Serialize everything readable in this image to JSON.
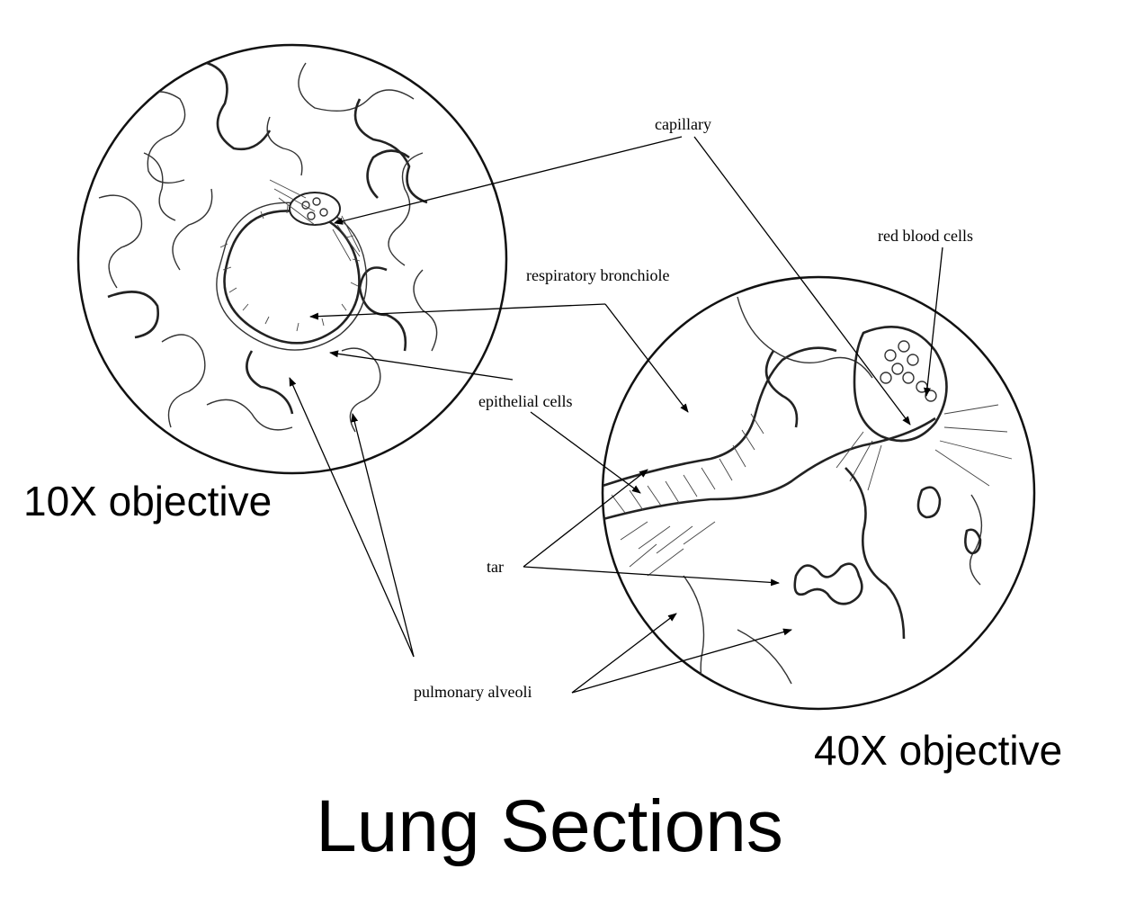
{
  "labels": {
    "capillary": "capillary",
    "red_blood_cells": "red blood cells",
    "respiratory_bronchiole": "respiratory bronchiole",
    "epithelial_cells": "epithelial cells",
    "tar": "tar",
    "pulmonary_alveoli": "pulmonary alveoli"
  },
  "captions": {
    "low_power": "10X objective",
    "high_power": "40X objective"
  },
  "title": "Lung Sections",
  "colors": {
    "ink": "#000000",
    "background": "#ffffff"
  }
}
